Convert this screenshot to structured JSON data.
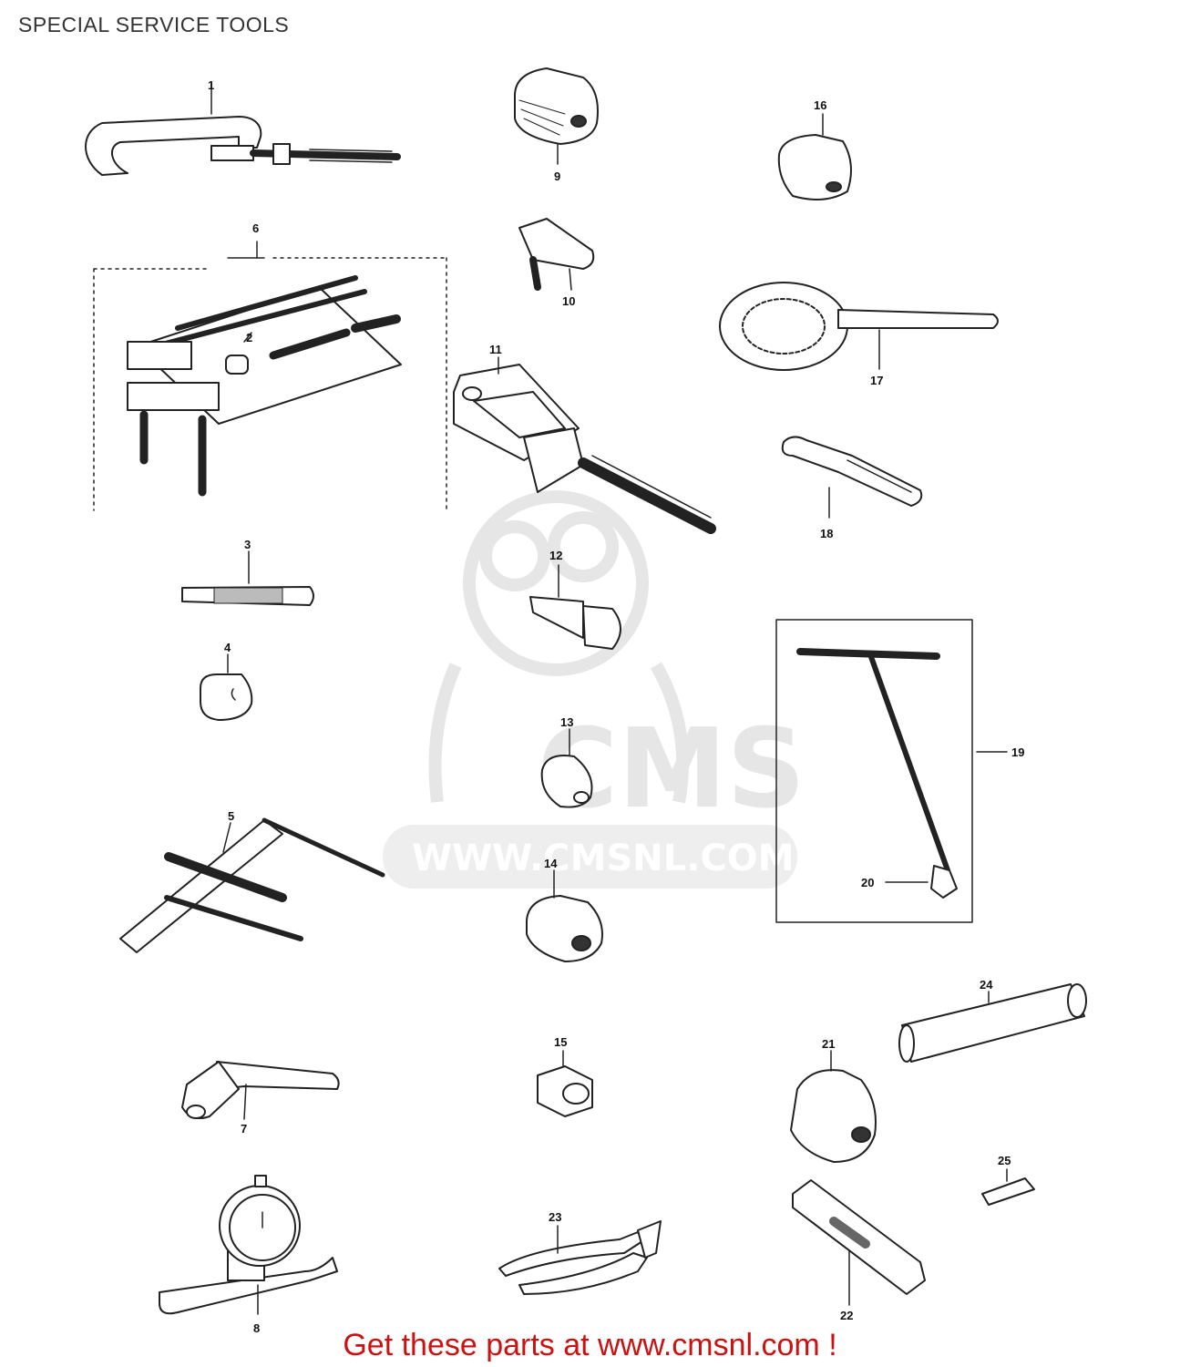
{
  "header": {
    "title": "SPECIAL SERVICE TOOLS"
  },
  "footer": {
    "text": "Get these parts at www.cmsnl.com !"
  },
  "watermark": {
    "logo_text": "CMS",
    "url_text": "WWW.CMSNL.COM",
    "color": "#e6e6e6"
  },
  "colors": {
    "line": "#222222",
    "footer": "#cc1111",
    "title": "#333333"
  },
  "callouts": {
    "c1": "1",
    "c2": "2",
    "c3": "3",
    "c4": "4",
    "c5": "5",
    "c6": "6",
    "c7": "7",
    "c8": "8",
    "c9": "9",
    "c10": "10",
    "c11": "11",
    "c12": "12",
    "c13": "13",
    "c14": "14",
    "c15": "15",
    "c16": "16",
    "c17": "17",
    "c18": "18",
    "c19": "19",
    "c20": "20",
    "c21": "21",
    "c22": "22",
    "c23": "23",
    "c24": "24",
    "c25": "25"
  }
}
